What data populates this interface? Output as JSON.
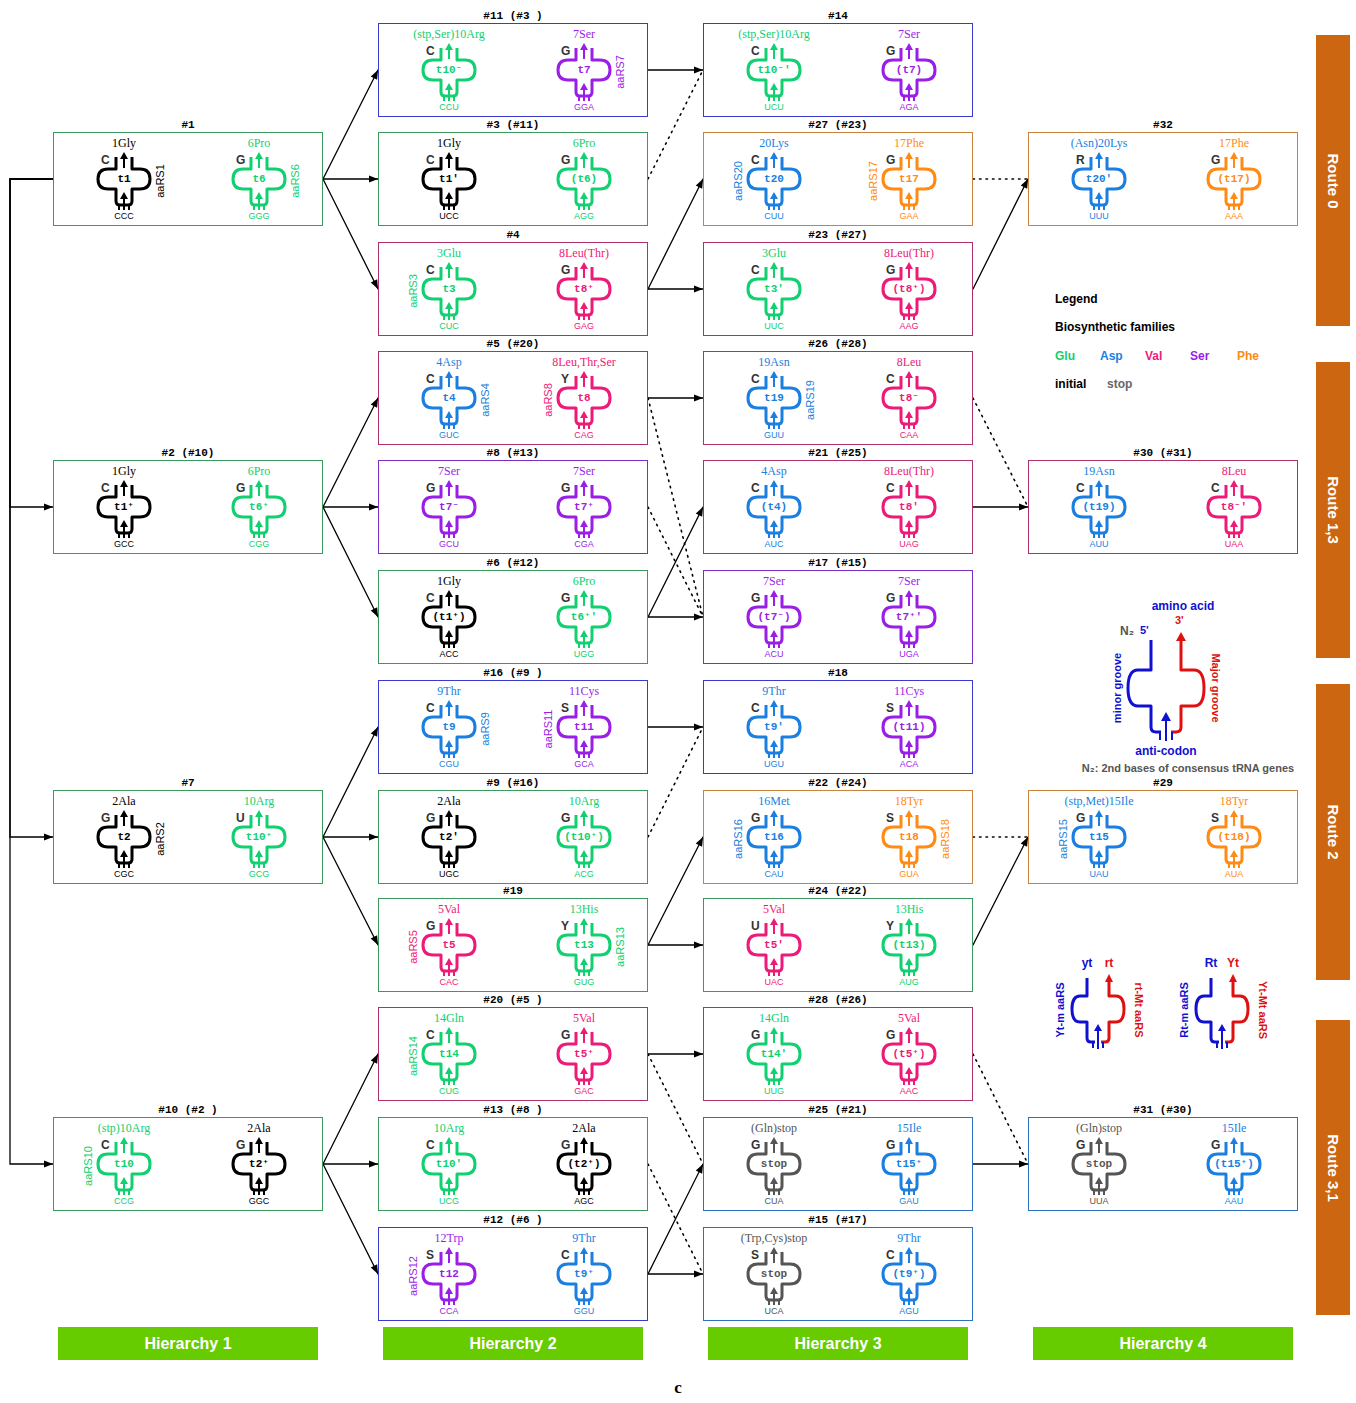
{
  "diagram": {
    "caption": "c",
    "nodes": [
      {
        "text": [
          "#1"
        ]
      },
      {
        "text": [
          "1Gly",
          "C",
          "t1",
          "CCC",
          "aaRS1"
        ],
        "in": 0
      },
      {
        "text": [
          "6Pro",
          "G",
          "t6",
          "GGG",
          "aaRS6"
        ],
        "in": 0
      },
      {
        "text": [
          "#2 (#10)"
        ]
      },
      {
        "text": [
          "1Gly",
          "C",
          "t1⁺",
          "GCC"
        ],
        "in": 3
      },
      {
        "text": [
          "6Pro",
          "G",
          "t6⁺",
          "CGG"
        ],
        "in": 3
      },
      {
        "text": [
          "#7"
        ]
      },
      {
        "text": [
          "2Ala",
          "G",
          "t2",
          "CGC",
          "aaRS2"
        ],
        "in": 6
      },
      {
        "text": [
          "10Arg",
          "U",
          "t10⁺",
          "GCG"
        ],
        "in": 6
      },
      {
        "text": [
          "#10 (#2 )"
        ]
      },
      {
        "text": [
          "(stp)10Arg",
          "C",
          "t10",
          "CCG",
          "aaRS10"
        ],
        "in": 9
      },
      {
        "text": [
          "2Ala",
          "G",
          "t2⁺",
          "GGC"
        ],
        "in": 9
      },
      {
        "text": [
          "#11 (#3 )"
        ]
      },
      {
        "text": [
          "(stp,Ser)10Arg",
          "C",
          "t10⁻",
          "CCU"
        ],
        "in": 12
      },
      {
        "text": [
          "7Ser",
          "G",
          "t7",
          "GGA",
          "aaRS7"
        ],
        "in": 12
      },
      {
        "text": [
          "#3 (#11)"
        ]
      },
      {
        "text": [
          "1Gly",
          "C",
          "t1′",
          "UCC"
        ],
        "in": 15
      },
      {
        "text": [
          "6Pro",
          "G",
          "(t6)",
          "AGG"
        ],
        "in": 15
      },
      {
        "text": [
          "#4"
        ]
      },
      {
        "text": [
          "3Glu",
          "C",
          "t3",
          "CUC",
          "aaRS3"
        ],
        "in": 18
      },
      {
        "text": [
          "8Leu(Thr)",
          "G",
          "t8⁺",
          "GAG"
        ],
        "in": 18
      },
      {
        "text": [
          "#5 (#20)"
        ]
      },
      {
        "text": [
          "4Asp",
          "C",
          "t4",
          "GUC",
          "aaRS4"
        ],
        "in": 21
      },
      {
        "text": [
          "8Leu,Thr,Ser",
          "Y",
          "t8",
          "CAG",
          "aaRS8"
        ],
        "in": 21
      },
      {
        "text": [
          "#8 (#13)"
        ]
      },
      {
        "text": [
          "7Ser",
          "G",
          "t7⁻",
          "GCU"
        ],
        "in": 24
      },
      {
        "text": [
          "7Ser",
          "G",
          "t7⁺",
          "CGA"
        ],
        "in": 24
      },
      {
        "text": [
          "#6 (#12)"
        ]
      },
      {
        "text": [
          "1Gly",
          "C",
          "(t1⁺)",
          "ACC"
        ],
        "in": 27
      },
      {
        "text": [
          "6Pro",
          "G",
          "t6⁺′",
          "UGG"
        ],
        "in": 27
      },
      {
        "text": [
          "#16 (#9 )"
        ]
      },
      {
        "text": [
          "9Thr",
          "C",
          "t9",
          "CGU",
          "aaRS9"
        ],
        "in": 30
      },
      {
        "text": [
          "11Cys",
          "S",
          "t11",
          "GCA",
          "aaRS11"
        ],
        "in": 30
      },
      {
        "text": [
          "#9 (#16)"
        ]
      },
      {
        "text": [
          "2Ala",
          "G",
          "t2′",
          "UGC"
        ],
        "in": 33
      },
      {
        "text": [
          "10Arg",
          "G",
          "(t10⁺)",
          "ACG"
        ],
        "in": 33
      },
      {
        "text": [
          "#19"
        ]
      },
      {
        "text": [
          "5Val",
          "G",
          "t5",
          "CAC",
          "aaRS5"
        ],
        "in": 36
      },
      {
        "text": [
          "13His",
          "Y",
          "t13",
          "GUG",
          "aaRS13"
        ],
        "in": 36
      },
      {
        "text": [
          "#20 (#5 )"
        ]
      },
      {
        "text": [
          "14Gln",
          "C",
          "t14",
          "CUG",
          "aaRS14"
        ],
        "in": 39
      },
      {
        "text": [
          "5Val",
          "G",
          "t5⁺",
          "GAC"
        ],
        "in": 39
      },
      {
        "text": [
          "#13 (#8 )"
        ]
      },
      {
        "text": [
          "10Arg",
          "C",
          "t10′",
          "UCG"
        ],
        "in": 42
      },
      {
        "text": [
          "2Ala",
          "G",
          "(t2⁺)",
          "AGC"
        ],
        "in": 42
      },
      {
        "text": [
          "#12 (#6 )"
        ]
      },
      {
        "text": [
          "12Trp",
          "S",
          "t12",
          "CCA",
          "aaRS12"
        ],
        "in": 45
      },
      {
        "text": [
          "9Thr",
          "C",
          "t9⁺",
          "GGU"
        ],
        "in": 45
      },
      {
        "text": [
          "#14"
        ]
      },
      {
        "text": [
          "(stp,Ser)10Arg",
          "C",
          "t10⁻′",
          "UCU"
        ],
        "in": 48
      },
      {
        "text": [
          "7Ser",
          "G",
          "(t7)",
          "AGA"
        ],
        "in": 48
      },
      {
        "text": [
          "#27 (#23)"
        ]
      },
      {
        "text": [
          "20Lys",
          "C",
          "t20",
          "CUU",
          "aaRS20"
        ],
        "in": 51
      },
      {
        "text": [
          "17Phe",
          "G",
          "t17",
          "GAA",
          "aaRS17"
        ],
        "in": 51
      },
      {
        "text": [
          "#23 (#27)"
        ]
      },
      {
        "text": [
          "3Glu",
          "C",
          "t3′",
          "UUC"
        ],
        "in": 54
      },
      {
        "text": [
          "8Leu(Thr)",
          "G",
          "(t8⁺)",
          "AAG"
        ],
        "in": 54
      },
      {
        "text": [
          "#26 (#28)"
        ]
      },
      {
        "text": [
          "19Asn",
          "C",
          "t19",
          "GUU",
          "aaRS19"
        ],
        "in": 57
      },
      {
        "text": [
          "8Leu",
          "C",
          "t8⁻",
          "CAA"
        ],
        "in": 57
      },
      {
        "text": [
          "#21 (#25)"
        ]
      },
      {
        "text": [
          "4Asp",
          "C",
          "(t4)",
          "AUC"
        ],
        "in": 60
      },
      {
        "text": [
          "8Leu(Thr)",
          "C",
          "t8′",
          "UAG"
        ],
        "in": 60
      },
      {
        "text": [
          "#17 (#15)"
        ]
      },
      {
        "text": [
          "7Ser",
          "G",
          "(t7⁻)",
          "ACU"
        ],
        "in": 63
      },
      {
        "text": [
          "7Ser",
          "G",
          "t7⁺′",
          "UGA"
        ],
        "in": 63
      },
      {
        "text": [
          "#18"
        ]
      },
      {
        "text": [
          "9Thr",
          "C",
          "t9′",
          "UGU"
        ],
        "in": 66
      },
      {
        "text": [
          "11Cys",
          "S",
          "(t11)",
          "ACA"
        ],
        "in": 66
      },
      {
        "text": [
          "#22 (#24)"
        ]
      },
      {
        "text": [
          "16Met",
          "G",
          "t16",
          "CAU",
          "aaRS16"
        ],
        "in": 69
      },
      {
        "text": [
          "18Tyr",
          "S",
          "t18",
          "GUA",
          "aaRS18"
        ],
        "in": 69
      },
      {
        "text": [
          "#24 (#22)"
        ]
      },
      {
        "text": [
          "5Val",
          "U",
          "t5′",
          "UAC"
        ],
        "in": 72
      },
      {
        "text": [
          "13His",
          "Y",
          "(t13)",
          "AUG"
        ],
        "in": 72
      },
      {
        "text": [
          "#28 (#26)"
        ]
      },
      {
        "text": [
          "14Gln",
          "G",
          "t14′",
          "UUG"
        ],
        "in": 75
      },
      {
        "text": [
          "5Val",
          "G",
          "(t5⁺)",
          "AAC"
        ],
        "in": 75
      },
      {
        "text": [
          "#25 (#21)"
        ]
      },
      {
        "text": [
          "(Gln)stop",
          "G",
          "stop",
          "CUA"
        ],
        "in": 78
      },
      {
        "text": [
          "15Ile",
          "G",
          "t15⁺",
          "GAU"
        ],
        "in": 78
      },
      {
        "text": [
          "#15 (#17)"
        ]
      },
      {
        "text": [
          "(Trp,Cys)stop",
          "S",
          "stop",
          "UCA"
        ],
        "in": 81
      },
      {
        "text": [
          "9Thr",
          "C",
          "(t9⁺)",
          "AGU"
        ],
        "in": 81
      },
      {
        "text": [
          "#32"
        ]
      },
      {
        "text": [
          "(Asn)20Lys",
          "R",
          "t20′",
          "UUU"
        ],
        "in": 84
      },
      {
        "text": [
          "17Phe",
          "G",
          "(t17)",
          "AAA"
        ],
        "in": 84
      },
      {
        "text": [
          "#30 (#31)"
        ]
      },
      {
        "text": [
          "19Asn",
          "C",
          "(t19)",
          "AUU"
        ],
        "in": 87
      },
      {
        "text": [
          "8Leu",
          "C",
          "t8⁻′",
          "UAA"
        ],
        "in": 87
      },
      {
        "text": [
          "#29"
        ]
      },
      {
        "text": [
          "(stp,Met)15Ile",
          "G",
          "t15",
          "UAU",
          "aaRS15"
        ],
        "in": 90
      },
      {
        "text": [
          "18Tyr",
          "S",
          "(t18)",
          "AUA"
        ],
        "in": 90
      },
      {
        "text": [
          "#31 (#30)"
        ]
      },
      {
        "text": [
          "(Gln)stop",
          "G",
          "stop",
          "UUA"
        ],
        "in": 93
      },
      {
        "text": [
          "15Ile",
          "G",
          "(t15⁺)",
          "AAU"
        ],
        "in": 93
      },
      {
        "text": [
          "Route 0"
        ]
      },
      {
        "text": [
          "Route 1,3"
        ]
      },
      {
        "text": [
          "Route 2"
        ]
      },
      {
        "text": [
          "Route 3,1"
        ]
      },
      {
        "text": [
          "Hierarchy 1"
        ]
      },
      {
        "text": [
          "Hierarchy 2"
        ]
      },
      {
        "text": [
          "Hierarchy 3"
        ]
      },
      {
        "text": [
          "Hierarchy 4"
        ]
      }
    ],
    "edges": [
      {
        "from": 0,
        "to": 3,
        "arrow": "to"
      },
      {
        "from": 0,
        "to": 6,
        "arrow": "to"
      },
      {
        "from": 0,
        "to": 9,
        "arrow": "to"
      },
      {
        "from": 0,
        "to": 12,
        "arrow": "to"
      },
      {
        "from": 0,
        "to": 15,
        "arrow": "to"
      },
      {
        "from": 0,
        "to": 18,
        "arrow": "to"
      },
      {
        "from": 3,
        "to": 21,
        "arrow": "to"
      },
      {
        "from": 3,
        "to": 24,
        "arrow": "to"
      },
      {
        "from": 3,
        "to": 27,
        "arrow": "to"
      },
      {
        "from": 6,
        "to": 30,
        "arrow": "to"
      },
      {
        "from": 6,
        "to": 33,
        "arrow": "to"
      },
      {
        "from": 6,
        "to": 36,
        "arrow": "to"
      },
      {
        "from": 9,
        "to": 39,
        "arrow": "to"
      },
      {
        "from": 9,
        "to": 42,
        "arrow": "to"
      },
      {
        "from": 9,
        "to": 45,
        "arrow": "to"
      },
      {
        "from": 12,
        "to": 48,
        "arrow": "to"
      },
      {
        "from": 18,
        "to": 51,
        "arrow": "to"
      },
      {
        "from": 18,
        "to": 54,
        "arrow": "to"
      },
      {
        "from": 21,
        "to": 57,
        "arrow": "to"
      },
      {
        "from": 27,
        "to": 60,
        "arrow": "to"
      },
      {
        "from": 27,
        "to": 63,
        "arrow": "to"
      },
      {
        "from": 30,
        "to": 66,
        "arrow": "to"
      },
      {
        "from": 36,
        "to": 69,
        "arrow": "to"
      },
      {
        "from": 36,
        "to": 72,
        "arrow": "to"
      },
      {
        "from": 39,
        "to": 75,
        "arrow": "to"
      },
      {
        "from": 45,
        "to": 78,
        "arrow": "to"
      },
      {
        "from": 45,
        "to": 81,
        "arrow": "to"
      },
      {
        "from": 15,
        "to": 48,
        "arrow": "none"
      },
      {
        "from": 21,
        "to": 63,
        "arrow": "none"
      },
      {
        "from": 24,
        "to": 63,
        "arrow": "none"
      },
      {
        "from": 33,
        "to": 66,
        "arrow": "none"
      },
      {
        "from": 39,
        "to": 78,
        "arrow": "none"
      },
      {
        "from": 42,
        "to": 81,
        "arrow": "none"
      },
      {
        "from": 54,
        "to": 84,
        "arrow": "to"
      },
      {
        "from": 51,
        "to": 84,
        "arrow": "none"
      },
      {
        "from": 60,
        "to": 87,
        "arrow": "to"
      },
      {
        "from": 57,
        "to": 87,
        "arrow": "none"
      },
      {
        "from": 72,
        "to": 90,
        "arrow": "to"
      },
      {
        "from": 69,
        "to": 90,
        "arrow": "none"
      },
      {
        "from": 78,
        "to": 93,
        "arrow": "to"
      },
      {
        "from": 75,
        "to": 93,
        "arrow": "none"
      }
    ],
    "labels": [
      "Legend",
      "Biosynthetic families",
      "amino acid",
      "N₂",
      "5'",
      "3'",
      "minor groove",
      "Major groove",
      "anti-codon",
      "N₂: 2nd bases of consensus tRNA genes",
      "yt",
      "rt",
      "Yt-m aaRS",
      "rt-Mt aaRS",
      "Rt",
      "Yt",
      "Rt-m aaRS",
      "Yt-Mt aaRS"
    ],
    "legend": [
      {
        "text": "Glu",
        "color": "#10d070"
      },
      {
        "text": "Asp",
        "color": "#1a7fe0"
      },
      {
        "text": "Val",
        "color": "#ee1a78"
      },
      {
        "text": "Ser",
        "color": "#9a1ee8"
      },
      {
        "text": "Phe",
        "color": "#ff8a14"
      },
      {
        "text": "initial",
        "color": "#000000"
      },
      {
        "text": "stop",
        "color": "#666666"
      }
    ]
  }
}
